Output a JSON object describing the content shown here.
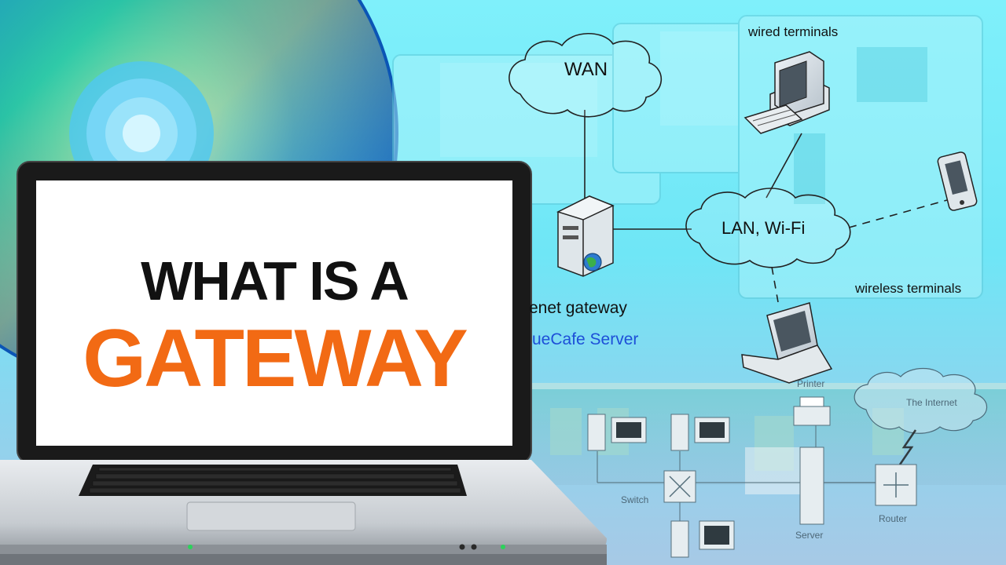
{
  "headline": {
    "line1": "WHAT IS A",
    "line2": "GATEWAY"
  },
  "diagram": {
    "wan_label": "WAN",
    "lan_label": "LAN, Wi-Fi",
    "wired_label": "wired terminals",
    "wireless_label": "wireless terminals",
    "gateway_label": "enet gateway",
    "server_label": "ueCafe Server"
  },
  "network": {
    "internet_label": "The Internet",
    "printer_label": "Printer",
    "switch_label": "Switch",
    "server_label": "Server",
    "router_label": "Router"
  },
  "colors": {
    "accent": "#f26a14",
    "brand_blue": "#1d4fd8",
    "background": "#7ff0fb"
  }
}
